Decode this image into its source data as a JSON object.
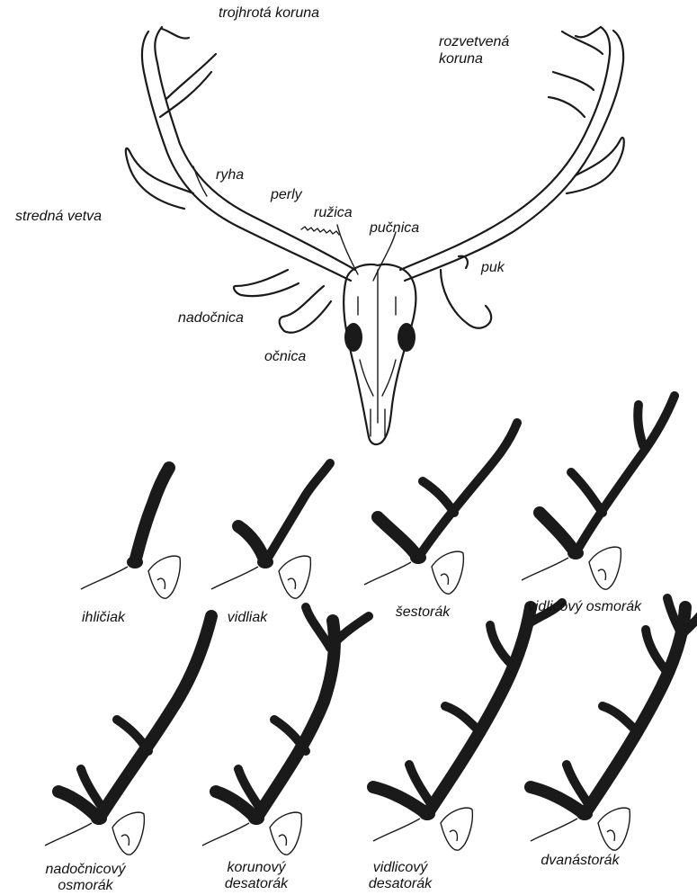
{
  "anatomy": {
    "trojhrota_koruna": "trojhrotá koruna",
    "rozvetvena_koruna_1": "rozvetvená",
    "rozvetvena_koruna_2": "koruna",
    "ryha": "ryha",
    "stredna_vetva": "stredná vetva",
    "perly": "perly",
    "ruzica": "ružica",
    "pucnica": "pučnica",
    "puk": "puk",
    "nadocnica": "nadočnica",
    "ocnica": "očnica"
  },
  "stages_row1": [
    {
      "line1": "ihličiak",
      "line2": ""
    },
    {
      "line1": "vidliak",
      "line2": ""
    },
    {
      "line1": "šestorák",
      "line2": ""
    },
    {
      "line1": "vidlicový osmorák",
      "line2": ""
    }
  ],
  "stages_row2": [
    {
      "line1": "nadočnicový",
      "line2": "osmorák"
    },
    {
      "line1": "korunový",
      "line2": "desatorák"
    },
    {
      "line1": "vidlicový",
      "line2": "desatorák"
    },
    {
      "line1": "dvanástorák",
      "line2": ""
    }
  ],
  "colors": {
    "ink": "#1a1a1a",
    "background": "#ffffff"
  }
}
